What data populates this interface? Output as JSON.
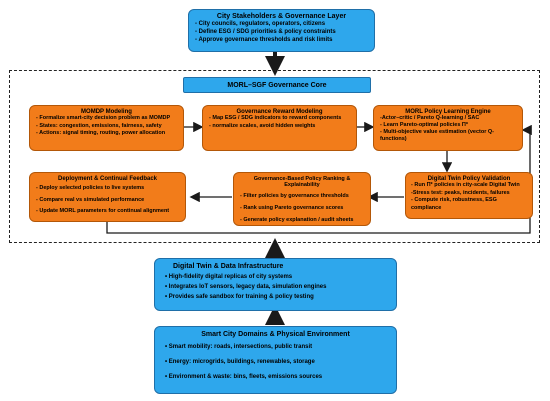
{
  "stakeholders": {
    "title": "City Stakeholders & Governance Layer",
    "lines": [
      "- City councils, regulators, operators, citizens",
      "- Define ESG / SDG priorities & policy constraints",
      "- Approve governance thresholds and risk limits"
    ]
  },
  "core": {
    "title": "MORL–SGF Governance Core"
  },
  "momdp": {
    "title": "MOMDP Modeling",
    "lines": [
      "- Formalize smart-city decision problem as MOMDP",
      "- States: congestion,  emissions, fairness, safety",
      "- Actions: signal timing, routing, power allocation"
    ]
  },
  "reward": {
    "title": "Governance Reward Modeling",
    "lines": [
      "- Map ESG / SDG indicators to reward components",
      "- normalize scales, avoid hidden weights"
    ]
  },
  "engine": {
    "title": "MORL Policy Learning Engine",
    "lines": [
      "-Actor–critic / Pareto Q-learning / SAC",
      "- Learn Pareto-optimal policies Π*",
      "- Multi-objective value estimation (vector Q-functions)"
    ]
  },
  "validation": {
    "title": "Digital Twin Policy Validation",
    "lines": [
      "- Run Π* policies in city-scale Digital Twin",
      "-Stress test: peaks, incidents, failures",
      "- Compute risk, robustness, ESG compliance"
    ]
  },
  "ranking": {
    "title": "Governance-Based Policy Ranking & Explainability",
    "lines": [
      "- Filter policies by governance thresholds",
      "- Rank using Pareto governance scores",
      "- Generate policy explanation / audit sheets"
    ]
  },
  "deploy": {
    "title": "Deployment & Continual Feedback",
    "lines": [
      "- Deploy selected policies to live systems",
      "- Compare real vs simulated performance",
      "- Update MORL parameters for continual alignment"
    ]
  },
  "twin": {
    "title": "Digital Twin & Data Infrastructure",
    "lines": [
      "•  High-fidelity digital replicas of city systems",
      "•  Integrates IoT sensors, legacy data, simulation engines",
      "•  Provides safe sandbox for training & policy testing"
    ]
  },
  "domains": {
    "title": "Smart City Domains & Physical Environment",
    "lines": [
      "•  Smart mobility: roads, intersections, public transit",
      "•  Energy: microgrids, buildings, renewables, storage",
      "•  Environment & waste: bins, fleets, emissions sources"
    ]
  },
  "colors": {
    "blue_fill": "#2ea7ec",
    "orange_fill": "#f27c1a",
    "arrow": "#1a1a1a"
  }
}
